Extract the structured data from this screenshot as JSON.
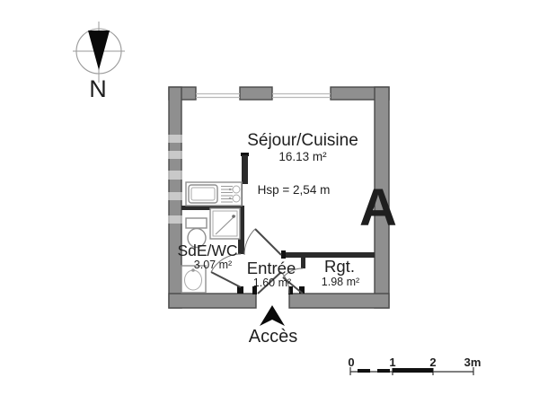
{
  "compass": {
    "label": "N"
  },
  "rooms": {
    "sejour": {
      "name": "Séjour/Cuisine",
      "area": "16.13  m²",
      "ceiling_height": "Hsp = 2,54 m"
    },
    "sde": {
      "name": "SdE/WC",
      "area": "3.07 m²"
    },
    "entree": {
      "name": "Entrée",
      "area": "1.60 m²"
    },
    "rgt": {
      "name": "Rgt.",
      "area": "1.98 m²"
    }
  },
  "access": {
    "label": "Accès"
  },
  "scale_bar": {
    "labels": [
      "0",
      "1",
      "2",
      "3m"
    ]
  },
  "watermark": {
    "letter": "A"
  },
  "colors": {
    "background": "#ffffff",
    "wall_fill": "#8f8f8f",
    "wall_stroke": "#4a4a4a",
    "partition": "#2b2b2b",
    "text": "#1f1f1f"
  }
}
